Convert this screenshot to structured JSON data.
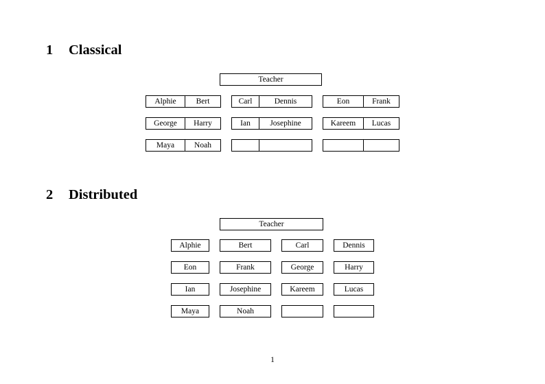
{
  "document": {
    "page_number": "1"
  },
  "sections": [
    {
      "number": "1",
      "title": "Classical",
      "teacher_label": "Teacher",
      "groups": [
        {
          "rows": [
            [
              "Alphie",
              "Bert"
            ],
            [
              "George",
              "Harry"
            ],
            [
              "Maya",
              "Noah"
            ]
          ]
        },
        {
          "rows": [
            [
              "Carl",
              "Dennis"
            ],
            [
              "Ian",
              "Josephine"
            ],
            [
              "",
              ""
            ]
          ]
        },
        {
          "rows": [
            [
              "Eon",
              "Frank"
            ],
            [
              "Kareem",
              "Lucas"
            ],
            [
              "",
              ""
            ]
          ]
        }
      ]
    },
    {
      "number": "2",
      "title": "Distributed",
      "teacher_label": "Teacher",
      "rows": [
        [
          "Alphie",
          "Bert",
          "Carl",
          "Dennis"
        ],
        [
          "Eon",
          "Frank",
          "George",
          "Harry"
        ],
        [
          "Ian",
          "Josephine",
          "Kareem",
          "Lucas"
        ],
        [
          "Maya",
          "Noah",
          "",
          ""
        ]
      ]
    }
  ]
}
